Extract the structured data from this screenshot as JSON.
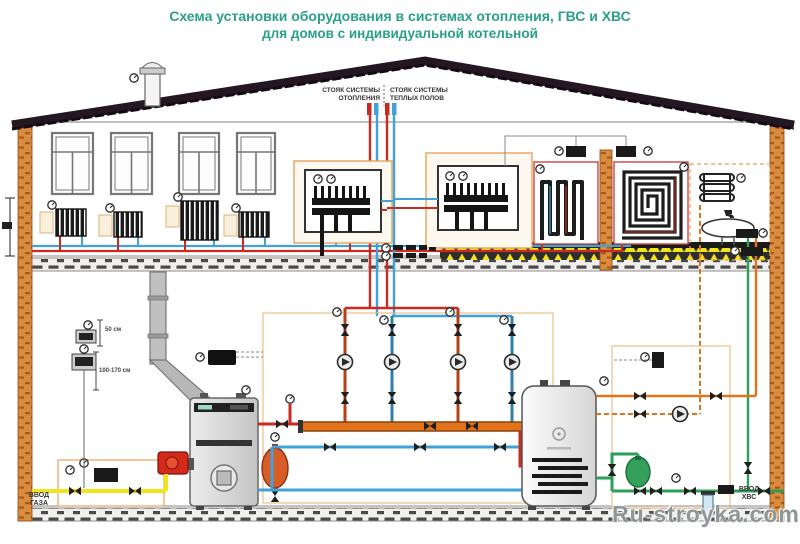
{
  "title": {
    "line1": "Схема установки оборудования в системах отопления, ГВС и ХВС",
    "line2": "для домов с индивидуальной котельной"
  },
  "risers": {
    "heating_line1": "СТОЯК СИСТЕМЫ",
    "heating_line2": "ОТОПЛЕНИЯ",
    "floors_line1": "СТОЯК СИСТЕМЫ",
    "floors_line2": "ТЕПЛЫХ ПОЛОВ"
  },
  "inlets": {
    "gas_line1": "ВВОД",
    "gas_line2": "ГАЗА",
    "cold_line1": "ВВОД",
    "cold_line2": "ХВС"
  },
  "dimensions": {
    "thermostat_upper": "50 см",
    "thermostat_lower": "100-170 см"
  },
  "watermark": "Ru-stroyka.com",
  "colors": {
    "title": "#2aa187",
    "heating_supply": "#cc2a1e",
    "heating_return": "#3fa3d8",
    "hot_water": "#e0731c",
    "cold_water": "#2b9e57",
    "gas": "#f2e41c",
    "wall": "#d98b3f",
    "roof": "#241722"
  }
}
